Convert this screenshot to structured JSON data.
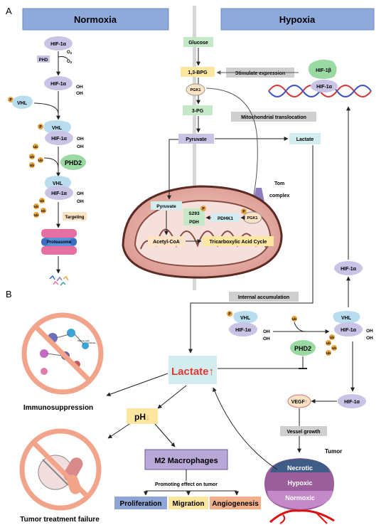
{
  "panels": {
    "a": "A",
    "b": "B"
  },
  "headers": {
    "normoxia": "Normoxia",
    "hypoxia": "Hypoxia"
  },
  "normoxia": {
    "hif": "HIF-1α",
    "phd": "PHD",
    "o2a": "O",
    "o2a_sub": "2",
    "o2b": "O",
    "o2b_sub": "2",
    "oh": "OH",
    "vhl": "VHL",
    "p": "P",
    "ub": "Ub",
    "phd2": "PHD2",
    "targeting": "Targeting",
    "proteasome": "Proteasome"
  },
  "glycolysis": {
    "glucose": "Glucose",
    "bpg": "1,3-BPG",
    "pgk1": "PGK1",
    "pg3": "3-PG",
    "pyruvate": "Pyruvate",
    "lactate": "Lactate",
    "stimulate": "Stimulate expression",
    "mito_trans": "Mitochondrial translocation",
    "hif1b": "HIF-1β",
    "hif1a": "HIF-1α",
    "tom1": "Tom",
    "tom2": "complex"
  },
  "mito": {
    "pyruvate": "Pyruvate",
    "s293": "S293",
    "pdh": "PDH",
    "p": "P",
    "pdhk1": "PDHK1",
    "pgk1": "PGK1",
    "acetyl": "Acetyl-CoA",
    "tca": "Tricarboxylic Acid Cycle"
  },
  "hypoxia_b": {
    "hif_up": "HIF-1α",
    "internal": "Internal accumulation",
    "p": "P",
    "vhl": "VHL",
    "hif": "HIF-1α",
    "oh": "OH",
    "ub": "Ub",
    "phd2": "PHD2",
    "vegf": "VEGF",
    "vessel": "Vessel growth",
    "tumor": "Tumor",
    "necrotic": "Necrotic",
    "hypoxic": "Hypoxic",
    "normoxic": "Normoxic"
  },
  "center": {
    "lactate": "Lactate",
    "ph": "pH",
    "immuno": "Immunosuppression",
    "failure": "Tumor treatment failure",
    "m2": "M2 Macrophages",
    "promoting": "Promoting effect on tumor",
    "proliferation": "Proliferation",
    "migration": "Migration",
    "angiogenesis": "Angiogenesis",
    "up_arrow": "↑",
    "down_arrow": "↓",
    "icon_mini1": "Plasma cells",
    "icon_mini2": "Antibody"
  },
  "colors": {
    "header": "#8eaadb",
    "lavender": "#c9c3e6",
    "green": "#c5e8c9",
    "peach": "#fbe3c3",
    "cyan": "#d3ecf0",
    "yellow": "#fde6a0",
    "gray": "#cfcfcf",
    "orange": "#e8a33d",
    "red": "#e03a2f",
    "purple": "#8e7cc3"
  }
}
